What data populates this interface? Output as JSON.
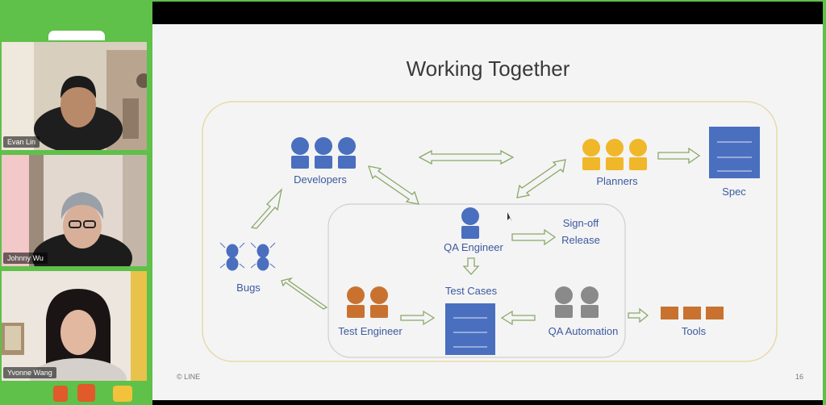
{
  "participants": [
    {
      "name": "Evan Lin"
    },
    {
      "name": "Johnny Wu"
    },
    {
      "name": "Yvonne Wang"
    }
  ],
  "slide": {
    "title": "Working Together",
    "roles": {
      "developers": "Developers",
      "planners": "Planners",
      "spec": "Spec",
      "qa_engineer": "QA Engineer",
      "signoff_line1": "Sign-off",
      "signoff_line2": "Release",
      "bugs": "Bugs",
      "test_cases": "Test Cases",
      "test_engineer": "Test Engineer",
      "qa_automation": "QA Automation",
      "tools": "Tools"
    },
    "footer": {
      "copyright": "© LINE",
      "page_number": "16"
    },
    "colors": {
      "blue": "#4a6fbf",
      "yellow": "#f0b72a",
      "orange": "#c9722f",
      "gray": "#8a8a8a",
      "arrow": "#8aa86a"
    }
  }
}
